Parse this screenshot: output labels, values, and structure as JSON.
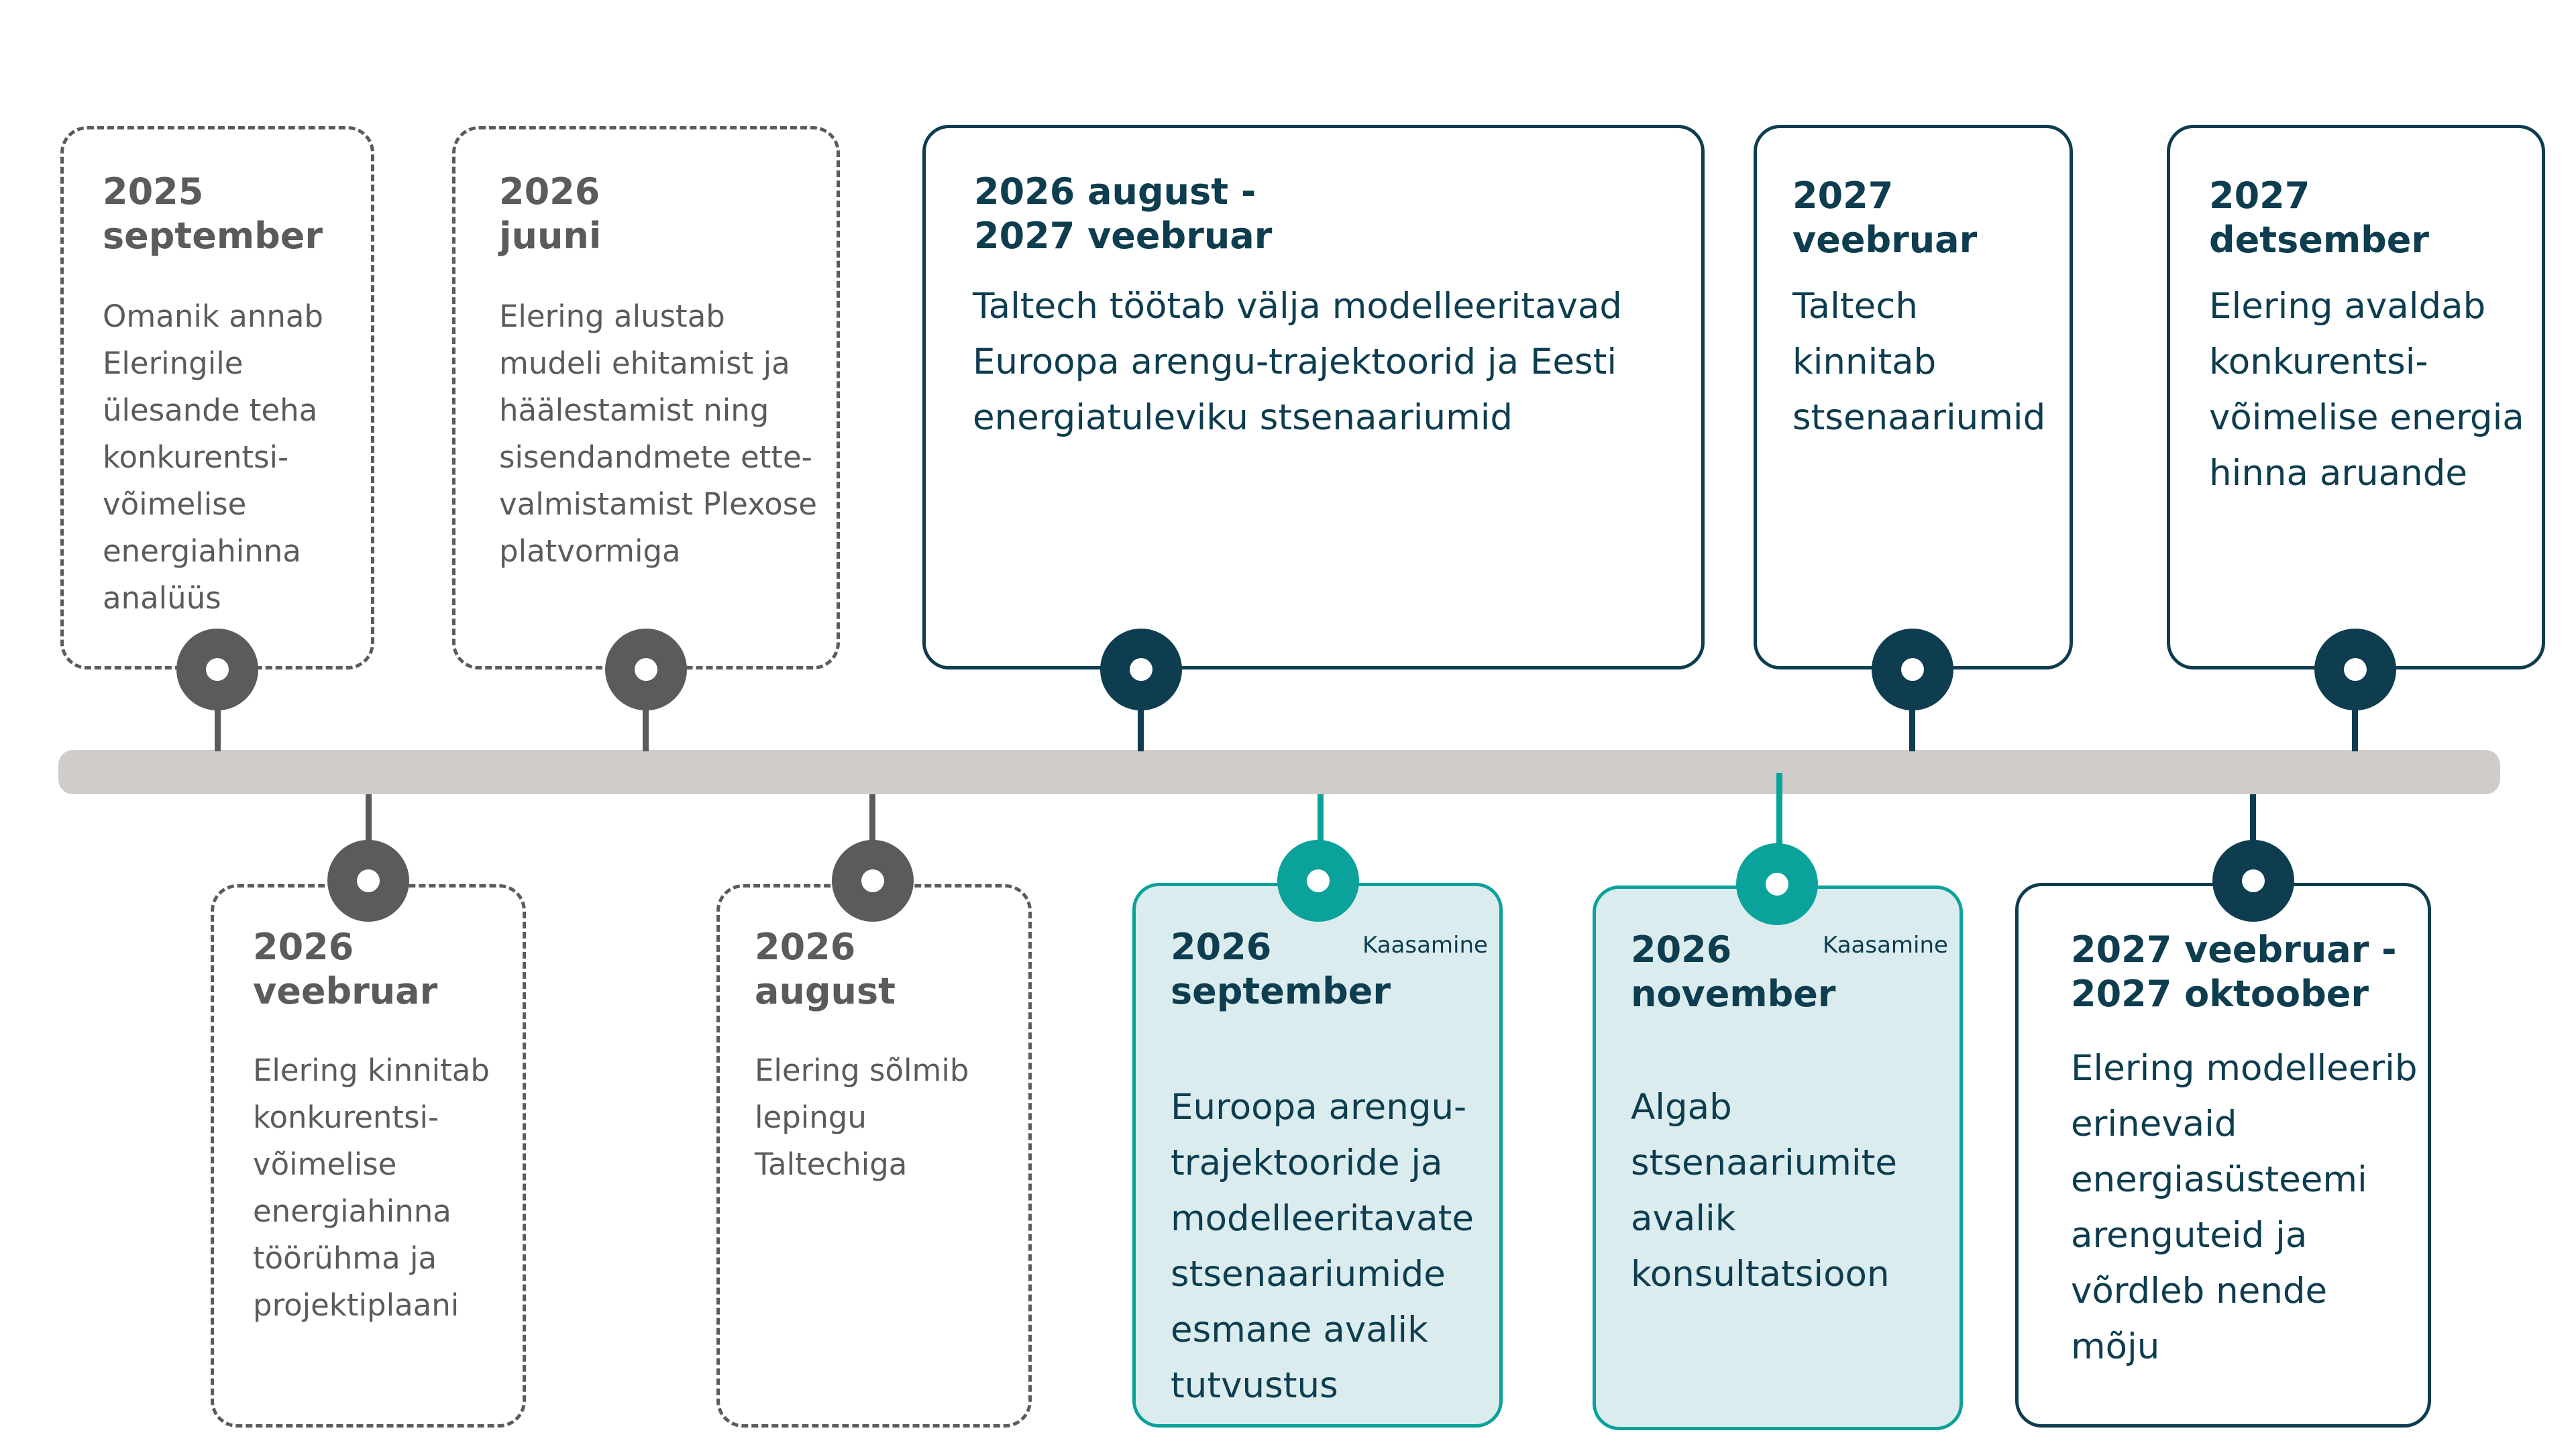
{
  "colors": {
    "done": "#5b5b5b",
    "planned": "#0d3d4e",
    "public": "#0aa29a",
    "public_fill": "#dbecef",
    "axis": "#cfccc9"
  },
  "top": [
    {
      "date": "2025\nseptember",
      "text": "Omanik annab\nEleringile\nülesande teha\nkonkurentsi-\nvõimelise\nenergiahinna\nanalüüs",
      "style": "done"
    },
    {
      "date": "2026\njuuni",
      "text": "Elering alustab\nmudeli ehitamist ja\nhäälestamist ning\nsisendandmete ette-\nvalmistamist Plexose\nplatvormiga",
      "style": "done"
    },
    {
      "date": "2026 august -\n2027 veebruar",
      "text": "Taltech töötab välja modelleeritavad\nEuroopa arengu-trajektoorid ja Eesti\nenergiatuleviku  stsenaariumid",
      "style": "plan"
    },
    {
      "date": "2027 veebruar",
      "text": "Taltech\nkinnitab\nstsenaariumid",
      "style": "plan"
    },
    {
      "date": "2027 detsember",
      "text": "Elering avaldab\nkonkurentsi-\nvõimelise energia\nhinna aruande",
      "style": "plan"
    }
  ],
  "bottom": [
    {
      "date": "2026\nveebruar",
      "text": "Elering kinnitab\nkonkurentsi-\nvõimelise\nenergiahinna\ntöörühma ja\nprojektiplaani",
      "style": "done"
    },
    {
      "date": "2026\naugust",
      "text": "Elering sõlmib\nlepingu Taltechiga",
      "style": "done"
    },
    {
      "date": "2026\nseptember",
      "tag": "Kaasamine",
      "text": "Euroopa arengu-\ntrajektooride ja\nmodelleeritavate\nstsenaariumide\nesmane avalik\ntutvustus",
      "style": "pub"
    },
    {
      "date": "2026\nnovember",
      "tag": "Kaasamine",
      "text": "Algab\nstsenaariumite\navalik\nkonsultatsioon",
      "style": "pub"
    },
    {
      "date": "2027 veebruar -\n2027 oktoober",
      "text": "Elering modelleerib\nerinevaid\nenergiasüsteemi\narenguteid ja\nvõrdleb nende\nmõju",
      "style": "plan"
    }
  ]
}
